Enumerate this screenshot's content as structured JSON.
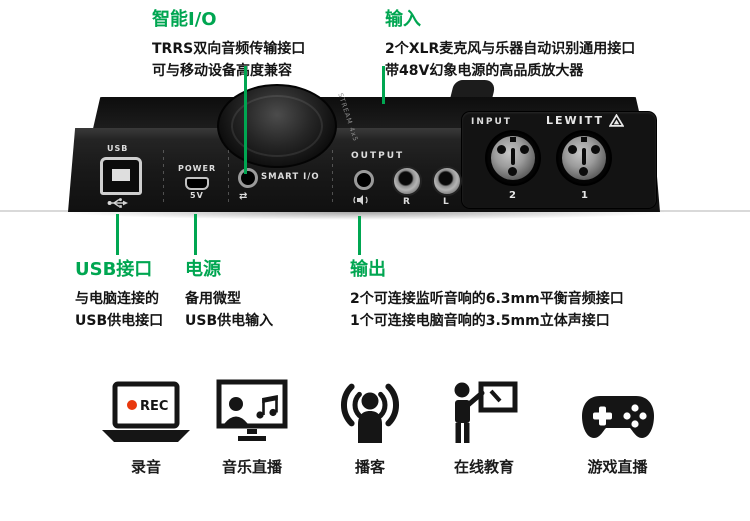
{
  "colors": {
    "accent": "#00a651",
    "rec_dot": "#e8380d"
  },
  "callouts": {
    "smart_io": {
      "title": "智能I/O",
      "desc1": "TRRS双向音频传输接口",
      "desc2": "可与移动设备高度兼容"
    },
    "input": {
      "title": "输入",
      "desc1": "2个XLR麦克风与乐器自动识别通用接口",
      "desc2": "带48V幻象电源的高品质放大器"
    },
    "usb": {
      "title": "USB接口",
      "desc1": "与电脑连接的",
      "desc2": "USB供电接口"
    },
    "power": {
      "title": "电源",
      "desc1": "备用微型",
      "desc2": "USB供电输入"
    },
    "output": {
      "title": "输出",
      "desc1": "2个可连接监听音响的6.3mm平衡音频接口",
      "desc2": "1个可连接电脑音响的3.5mm立体声接口"
    }
  },
  "device": {
    "usb_label": "USB",
    "power_label": "POWER",
    "power_voltage": "5V",
    "smart_io_label": "SMART I/O",
    "smart_io_symbol": "⇄",
    "output_label": "OUTPUT",
    "output_r": "R",
    "output_l": "L",
    "input_label": "INPUT",
    "input_ch2": "2",
    "input_ch1": "1",
    "brand": "LEWITT",
    "model": "STREAM 4x5"
  },
  "use_cases": [
    {
      "label": "录音",
      "rec_text": "REC"
    },
    {
      "label": "音乐直播"
    },
    {
      "label": "播客"
    },
    {
      "label": "在线教育"
    },
    {
      "label": "游戏直播"
    }
  ]
}
